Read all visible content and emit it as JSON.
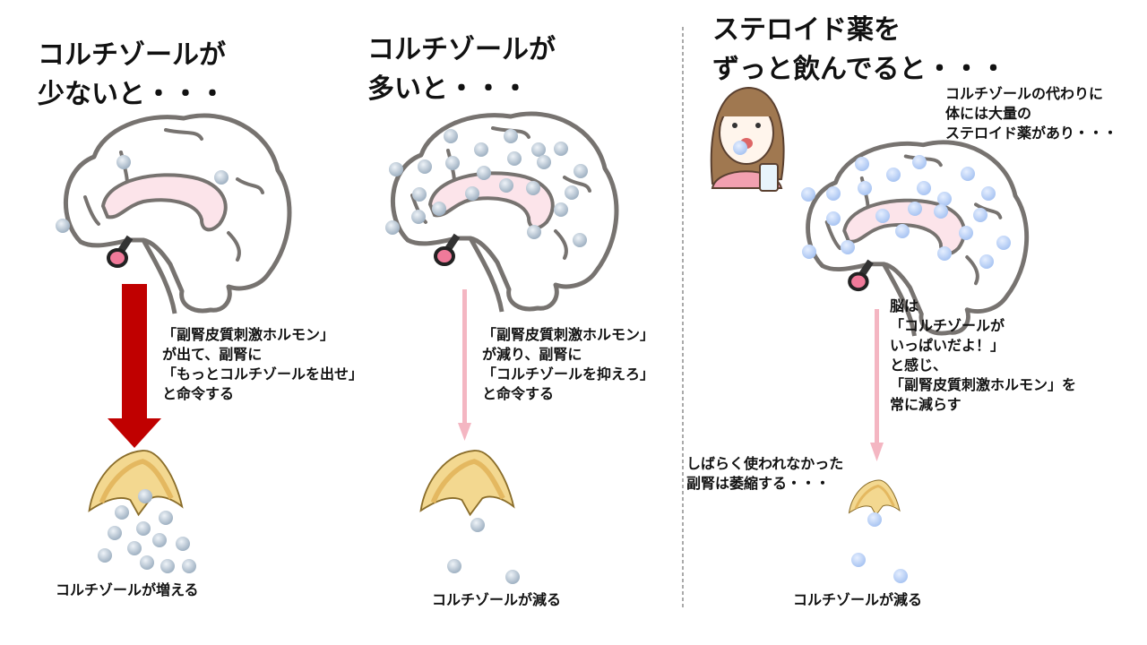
{
  "panels": [
    {
      "title": "コルチゾールが\n少ないと・・・",
      "note": "「副腎皮質刺激ホルモン」\nが出て、副腎に\n「もっとコルチゾールを出せ」\nと命令する",
      "caption": "コルチゾールが増える",
      "arrow_color": "#c00000"
    },
    {
      "title": "コルチゾールが\n多いと・・・",
      "note": "「副腎皮質刺激ホルモン」\nが減り、副腎に\n「コルチゾールを抑えろ」\nと命令する",
      "caption": "コルチゾールが減る",
      "arrow_color": "#f4b6c2"
    },
    {
      "title": "ステロイド薬を\nずっと飲んでると・・・",
      "side_note": "コルチゾールの代わりに\n体には大量の\nステロイド薬があり・・・",
      "note": "脳は\n「コルチゾールが\nいっぱいだよ！」\nと感じ、\n「副腎皮質刺激ホルモン」を\n常に減らす",
      "adrenal_note": "しばらく使われなかった\n副腎は萎縮する・・・",
      "caption": "コルチゾールが減る",
      "arrow_color": "#f4b6c2"
    }
  ],
  "colors": {
    "brain_outline": "#777370",
    "corpus_callosum": "#fce4ea",
    "pituitary": "#f07a9a",
    "cortisol_dot": "#b4c2d0",
    "steroid_dot": "#b7d0f5",
    "adrenal": "#f3d890"
  }
}
